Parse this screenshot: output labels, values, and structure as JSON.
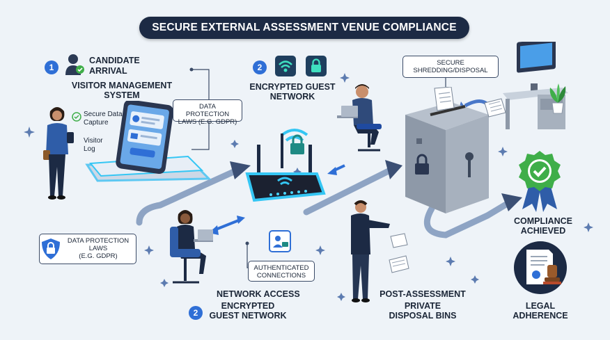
{
  "title": "SECURE EXTERNAL ASSESSMENT VENUE COMPLIANCE",
  "steps": {
    "step1": {
      "number": "1",
      "label_line1": "CANDIDATE",
      "label_line2": "ARRIVAL"
    },
    "visitor_system": {
      "line1": "VISITOR MANAGEMENT",
      "line2": "SYSTEM"
    },
    "secure_capture": {
      "line1": "Secure Data",
      "line2": "Capture"
    },
    "visitor_log": {
      "line1": "Visitor",
      "line2": "Log"
    },
    "step2_top": {
      "number": "2",
      "line1": "ENCRYPTED GUEST",
      "line2": "NETWORK"
    },
    "step2_bottom": {
      "number": "2",
      "line1": "ENCRYPTED",
      "line2": "GUEST NETWORK"
    },
    "network_access": "NETWORK ACCESS",
    "post_assessment": {
      "line1": "POST-ASSESSMENT",
      "line2": "PRIVATE",
      "line3": "DISPOSAL BINS"
    },
    "compliance": {
      "line1": "COMPLIANCE",
      "line2": "ACHIEVED"
    },
    "legal": {
      "line1": "LEGAL",
      "line2": "ADHERENCE"
    }
  },
  "callouts": {
    "gdpr_top": {
      "line1": "DATA PROTECTION",
      "line2": "LAWS (E.G. GDPR)"
    },
    "gdpr_left": {
      "line1": "DATA PROTECTION",
      "line2": "LAWS",
      "line3": "(E.G. GDPR)"
    },
    "shredding": {
      "line1": "SECURE",
      "line2": "SHREDDING/DISPOSAL"
    },
    "auth_connections": {
      "line1": "AUTHENTICATED",
      "line2": "CONNECTIONS"
    }
  },
  "icons": [
    "person-check-icon",
    "wifi-icon",
    "lock-icon",
    "shield-lock-icon",
    "router-icon",
    "tablet-icon",
    "disposal-bin-icon",
    "computer-icon",
    "plant-icon",
    "certificate-badge-icon",
    "legal-document-icon",
    "stamp-icon",
    "document-icon",
    "key-icon"
  ],
  "colors": {
    "accent_blue": "#2f6fd6",
    "navy": "#1c2a44",
    "glow": "#34c6f4",
    "check_green": "#3fae49",
    "teal": "#1f8a84"
  }
}
